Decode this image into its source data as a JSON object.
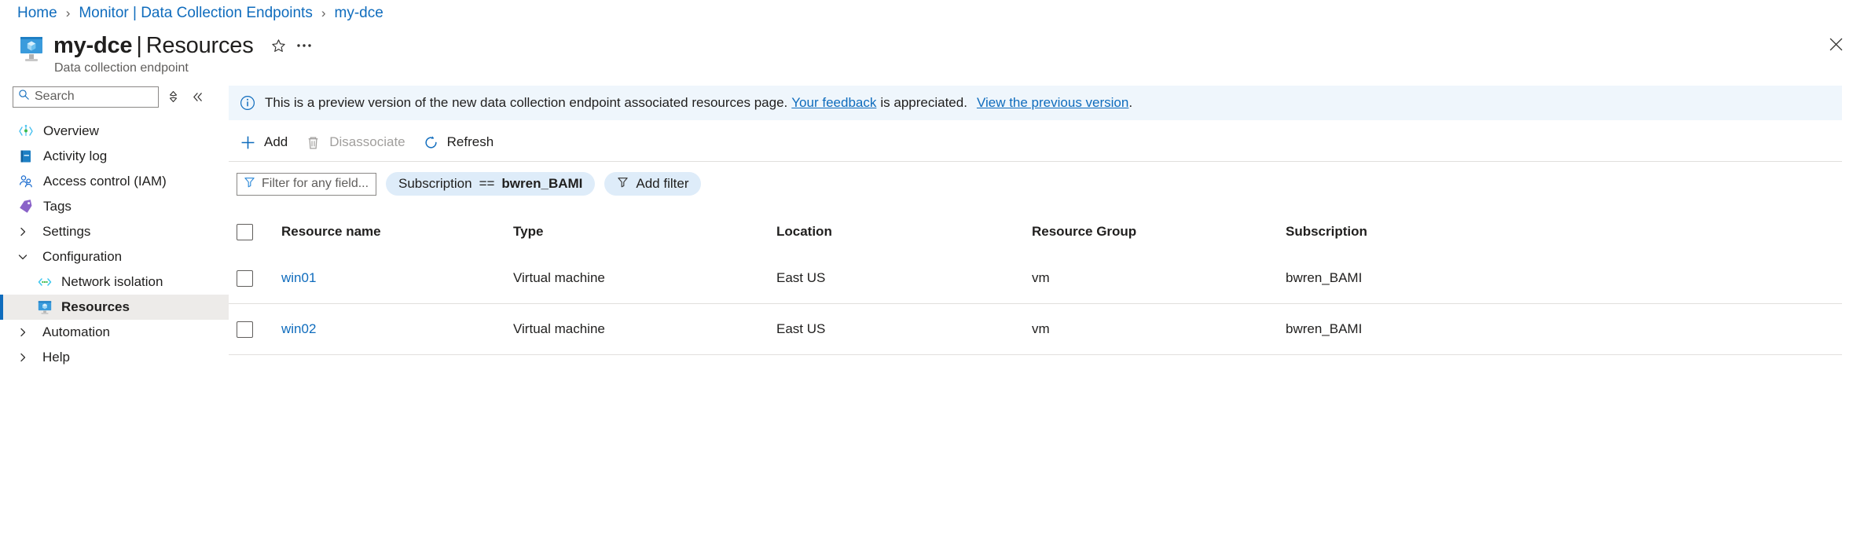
{
  "breadcrumb": {
    "items": [
      {
        "label": "Home"
      },
      {
        "label": "Monitor | Data Collection Endpoints"
      },
      {
        "label": "my-dce"
      }
    ],
    "separator": "›"
  },
  "header": {
    "icon": "data-collection-endpoint-icon",
    "resource_name": "my-dce",
    "pipe": "|",
    "section": "Resources",
    "subtitle": "Data collection endpoint",
    "favorite_icon": "star-icon",
    "more_icon": "ellipsis-icon",
    "close_icon": "close-icon"
  },
  "sidebar": {
    "search": {
      "placeholder": "Search",
      "value": "",
      "icon": "search-icon"
    },
    "sort_icon": "sort-updown-icon",
    "collapse_icon": "double-chevron-left-icon",
    "items": [
      {
        "label": "Overview",
        "icon": "overview-icon",
        "type": "leaf",
        "selected": false
      },
      {
        "label": "Activity log",
        "icon": "activity-log-icon",
        "type": "leaf",
        "selected": false
      },
      {
        "label": "Access control (IAM)",
        "icon": "access-control-icon",
        "type": "leaf",
        "selected": false
      },
      {
        "label": "Tags",
        "icon": "tags-icon",
        "type": "leaf",
        "selected": false
      },
      {
        "label": "Settings",
        "icon": "chevron-right-icon",
        "type": "group",
        "expanded": false,
        "selected": false
      },
      {
        "label": "Configuration",
        "icon": "chevron-down-icon",
        "type": "group",
        "expanded": true,
        "selected": false
      },
      {
        "label": "Network isolation",
        "icon": "network-isolation-icon",
        "type": "child",
        "selected": false
      },
      {
        "label": "Resources",
        "icon": "resources-icon",
        "type": "child",
        "selected": true
      },
      {
        "label": "Automation",
        "icon": "chevron-right-icon",
        "type": "group",
        "expanded": false,
        "selected": false
      },
      {
        "label": "Help",
        "icon": "chevron-right-icon",
        "type": "group",
        "expanded": false,
        "selected": false
      }
    ]
  },
  "banner": {
    "icon": "info-icon",
    "text_before": "This is a preview version of the new data collection endpoint associated resources page.",
    "link1": "Your feedback",
    "text_middle": "is appreciated.",
    "link2": "View the previous version",
    "text_after": "."
  },
  "commandbar": {
    "add": {
      "label": "Add",
      "icon": "plus-icon",
      "disabled": false
    },
    "disassociate": {
      "label": "Disassociate",
      "icon": "trash-icon",
      "disabled": true
    },
    "refresh": {
      "label": "Refresh",
      "icon": "refresh-icon",
      "disabled": false
    }
  },
  "filters": {
    "text_filter": {
      "placeholder": "Filter for any field...",
      "value": "",
      "icon": "filter-icon"
    },
    "active_pill": {
      "field": "Subscription",
      "operator": "==",
      "value": "bwren_BAMI"
    },
    "add_filter": {
      "label": "Add filter",
      "icon": "filter-icon"
    }
  },
  "table": {
    "columns": [
      "Resource name",
      "Type",
      "Location",
      "Resource Group",
      "Subscription"
    ],
    "select_all_checked": false,
    "rows": [
      {
        "checked": false,
        "name": "win01",
        "type": "Virtual machine",
        "location": "East US",
        "resource_group": "vm",
        "subscription": "bwren_BAMI"
      },
      {
        "checked": false,
        "name": "win02",
        "type": "Virtual machine",
        "location": "East US",
        "resource_group": "vm",
        "subscription": "bwren_BAMI"
      }
    ]
  },
  "colors": {
    "link": "#0f6cbd",
    "banner_bg": "#eff6fc",
    "pill_bg": "#deecf9",
    "selected_bg": "#edebe9",
    "accent_bar": "#0f6cbd"
  }
}
